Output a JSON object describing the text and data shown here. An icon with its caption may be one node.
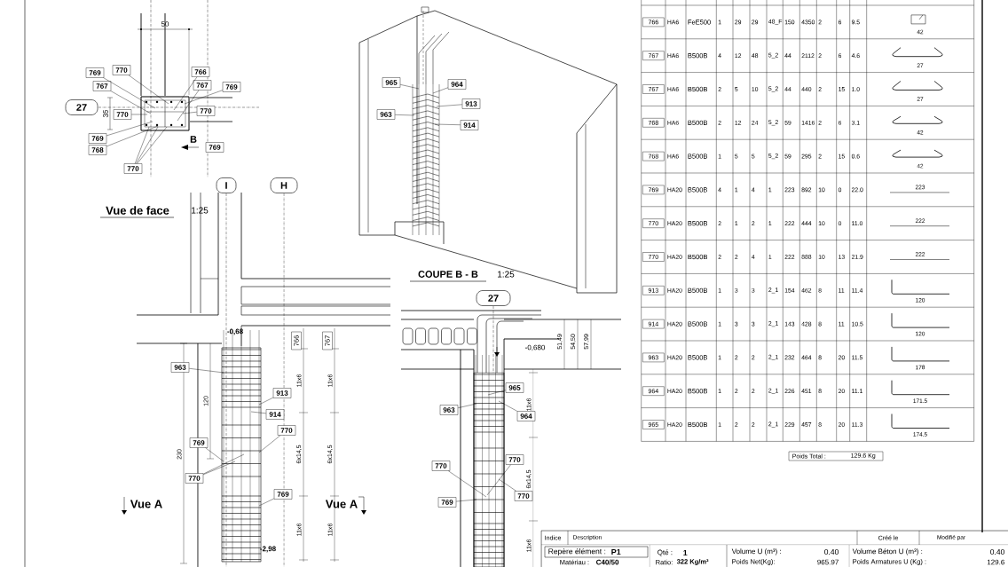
{
  "diagram": {
    "nodes": [
      {
        "text": [
          "27"
        ]
      },
      {
        "text": [
          "769"
        ]
      },
      {
        "text": [
          "770"
        ]
      },
      {
        "text": [
          "767"
        ]
      },
      {
        "text": [
          "770"
        ]
      },
      {
        "text": [
          "769"
        ]
      },
      {
        "text": [
          "768"
        ]
      },
      {
        "text": [
          "770"
        ]
      },
      {
        "text": [
          "766"
        ]
      },
      {
        "text": [
          "767"
        ]
      },
      {
        "text": [
          "769"
        ]
      },
      {
        "text": [
          "770"
        ]
      },
      {
        "text": [
          "769"
        ]
      },
      {
        "text": [
          "I"
        ]
      },
      {
        "text": [
          "H"
        ]
      },
      {
        "text": [
          "766"
        ]
      },
      {
        "text": [
          "767"
        ]
      },
      {
        "text": [
          "963"
        ]
      },
      {
        "text": [
          "913"
        ]
      },
      {
        "text": [
          "914"
        ]
      },
      {
        "text": [
          "770"
        ]
      },
      {
        "text": [
          "769"
        ]
      },
      {
        "text": [
          "770"
        ]
      },
      {
        "text": [
          "769"
        ]
      },
      {
        "text": [
          "965"
        ]
      },
      {
        "text": [
          "964"
        ]
      },
      {
        "text": [
          "913"
        ]
      },
      {
        "text": [
          "963"
        ]
      },
      {
        "text": [
          "914"
        ]
      },
      {
        "text": [
          "27"
        ]
      },
      {
        "text": [
          "965"
        ]
      },
      {
        "text": [
          "963"
        ]
      },
      {
        "text": [
          "964"
        ]
      },
      {
        "text": [
          "770"
        ]
      },
      {
        "text": [
          "770"
        ]
      },
      {
        "text": [
          "769"
        ]
      },
      {
        "text": [
          "770"
        ]
      },
      {
        "text": [],
        "shape": "picture"
      },
      {
        "text": [],
        "shape": "picture"
      },
      {
        "text": [],
        "shape": "picture"
      },
      {
        "text": [],
        "shape": "picture"
      }
    ],
    "edges": [
      {
        "from": 1,
        "to": 37,
        "arrow": "none"
      },
      {
        "from": 2,
        "to": 37,
        "arrow": "none"
      },
      {
        "from": 3,
        "to": 37,
        "arrow": "none"
      },
      {
        "from": 4,
        "to": 37,
        "arrow": "none"
      },
      {
        "from": 5,
        "to": 37,
        "arrow": "none"
      },
      {
        "from": 6,
        "to": 37,
        "arrow": "none"
      },
      {
        "from": 7,
        "to": 37,
        "arrow": "none"
      },
      {
        "from": 7,
        "to": 37,
        "arrow": "none"
      },
      {
        "from": 7,
        "to": 37,
        "arrow": "none"
      },
      {
        "from": 8,
        "to": 37,
        "arrow": "none"
      },
      {
        "from": 9,
        "to": 37,
        "arrow": "none"
      },
      {
        "from": 10,
        "to": 37,
        "arrow": "none"
      },
      {
        "from": 11,
        "to": 37,
        "arrow": "none"
      },
      {
        "from": 24,
        "to": 39,
        "arrow": "none"
      },
      {
        "from": 25,
        "to": 39,
        "arrow": "none"
      },
      {
        "from": 26,
        "to": 39,
        "arrow": "none"
      },
      {
        "from": 27,
        "to": 39,
        "arrow": "none"
      },
      {
        "from": 28,
        "to": 39,
        "arrow": "none"
      },
      {
        "from": 17,
        "to": 38,
        "arrow": "none"
      },
      {
        "from": 18,
        "to": 38,
        "arrow": "none"
      },
      {
        "from": 19,
        "to": 38,
        "arrow": "none"
      },
      {
        "from": 20,
        "to": 38,
        "arrow": "none"
      },
      {
        "from": 21,
        "to": 38,
        "arrow": "none"
      },
      {
        "from": 22,
        "to": 38,
        "arrow": "none"
      },
      {
        "from": 22,
        "to": 38,
        "arrow": "none"
      },
      {
        "from": 23,
        "to": 38,
        "arrow": "none"
      },
      {
        "from": 30,
        "to": 40,
        "arrow": "none"
      },
      {
        "from": 31,
        "to": 40,
        "arrow": "none"
      },
      {
        "from": 32,
        "to": 40,
        "arrow": "none"
      },
      {
        "from": 33,
        "to": 40,
        "arrow": "none"
      },
      {
        "from": 34,
        "to": 40,
        "arrow": "none"
      },
      {
        "from": 35,
        "to": 40,
        "arrow": "none"
      },
      {
        "from": 36,
        "to": 40,
        "arrow": "none"
      }
    ],
    "labels": [
      "50",
      "35",
      "B",
      "Vue de face",
      "1:25",
      "COUPE B - B",
      "1:25",
      "-0,68",
      "120",
      "230",
      "11x6",
      "6x14,5",
      "11x6",
      "11x6",
      "6x14,5",
      "11x6",
      "Vue A",
      "Vue A",
      "-2,98",
      "-0,680",
      "51,49",
      "54,50",
      "57,99",
      "11x6",
      "6x14,5",
      "11x6",
      "766",
      "HA6",
      "FeE500",
      "1",
      "29",
      "29",
      "48_F",
      "150",
      "4350",
      "2",
      "6",
      "9.5",
      "42",
      "767",
      "HA6",
      "B500B",
      "4",
      "12",
      "48",
      "5_2",
      "44",
      "2112",
      "2",
      "6",
      "4.6",
      "27",
      "767",
      "HA6",
      "B500B",
      "2",
      "5",
      "10",
      "5_2",
      "44",
      "440",
      "2",
      "15",
      "1.0",
      "27",
      "768",
      "HA6",
      "B500B",
      "2",
      "12",
      "24",
      "5_2",
      "59",
      "1416",
      "2",
      "6",
      "3.1",
      "42",
      "768",
      "HA6",
      "B500B",
      "1",
      "5",
      "5",
      "5_2",
      "59",
      "295",
      "2",
      "15",
      "0.6",
      "42",
      "769",
      "HA20",
      "B500B",
      "4",
      "1",
      "4",
      "1",
      "223",
      "892",
      "10",
      "0",
      "22.0",
      "223",
      "770",
      "HA20",
      "B500B",
      "2",
      "1",
      "2",
      "1",
      "222",
      "444",
      "10",
      "0",
      "11.0",
      "222",
      "770",
      "HA20",
      "B500B",
      "2",
      "2",
      "4",
      "1",
      "222",
      "888",
      "10",
      "13",
      "21.9",
      "222",
      "913",
      "HA20",
      "B500B",
      "1",
      "3",
      "3",
      "2_1",
      "154",
      "462",
      "8",
      "11",
      "11.4",
      "120",
      "914",
      "HA20",
      "B500B",
      "1",
      "3",
      "3",
      "2_1",
      "143",
      "428",
      "8",
      "11",
      "10.5",
      "120",
      "963",
      "HA20",
      "B500B",
      "1",
      "2",
      "2",
      "2_1",
      "232",
      "464",
      "8",
      "20",
      "11.5",
      "178",
      "964",
      "HA20",
      "B500B",
      "1",
      "2",
      "2",
      "2_1",
      "226",
      "451",
      "8",
      "20",
      "11.1",
      "171.5",
      "965",
      "HA20",
      "B500B",
      "1",
      "2",
      "2",
      "2_1",
      "229",
      "457",
      "8",
      "20",
      "11.3",
      "174.5",
      "Poids Total :",
      "129.6 Kg",
      "Indice",
      "Description",
      "Créé le",
      "Modifié par",
      "Repère élément :",
      "P1",
      "Qté :",
      "1",
      "Volume U (m³) :",
      "0.40",
      "Volume Béton U (m³) :",
      "0.40",
      "Matériau :",
      "C40/50",
      "Ratio:",
      "322 Kg/m³",
      "Poids Net(Kg):",
      "965.97",
      "Poids Armatures U (Kg) :",
      "129.6"
    ]
  }
}
